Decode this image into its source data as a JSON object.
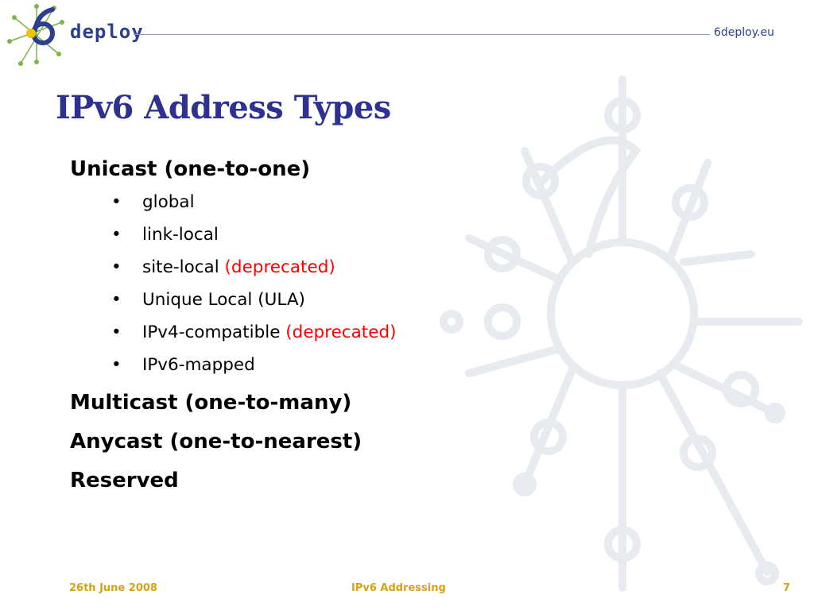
{
  "header": {
    "logo_text": "deploy",
    "site_url": "6deploy.eu"
  },
  "slide": {
    "title": "IPv6 Address Types",
    "items": [
      {
        "label": "Unicast (one-to-one)",
        "subitems": [
          {
            "text": "global",
            "note": ""
          },
          {
            "text": "link-local",
            "note": ""
          },
          {
            "text": "site-local ",
            "note": "(deprecated)"
          },
          {
            "text": "Unique Local (ULA)",
            "note": ""
          },
          {
            "text": "IPv4-compatible ",
            "note": "(deprecated)"
          },
          {
            "text": "IPv6-mapped",
            "note": ""
          }
        ]
      },
      {
        "label": "Multicast (one-to-many)"
      },
      {
        "label": "Anycast (one-to-nearest)"
      },
      {
        "label": "Reserved"
      }
    ],
    "bullet_glyph": "•"
  },
  "footer": {
    "date": "26th June 2008",
    "center": "IPv6 Addressing",
    "page": "7"
  },
  "colors": {
    "title": "#2e3192",
    "deprecated": "#ff0000",
    "footer": "#d2a319",
    "background_graphic": "#e8ebef"
  }
}
